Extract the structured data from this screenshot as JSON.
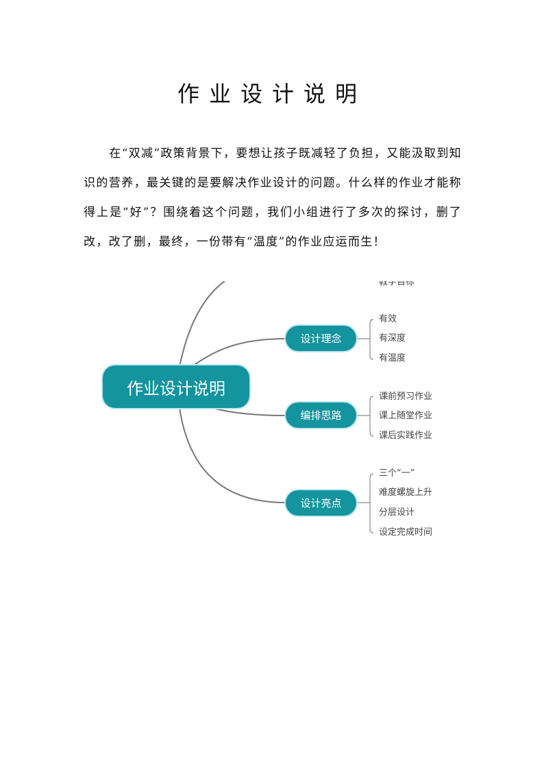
{
  "title": "作业设计说明",
  "paragraph": "在“双减”政策背景下，要想让孩子既减轻了负担，又能汲取到知识的营养，最关键的是要解决作业设计的问题。什么样的作业才能称得上是“好”？围绕着这个问题，我们小组进行了多次的探讨，删了改，改了删，最终，一份带有“温度”的作业应运而生！",
  "mindmap": {
    "center": "作业设计说明",
    "color": "#13949e",
    "clipped_top_leaf": "教学目标",
    "branches": [
      {
        "label": "设计理念",
        "leaves": [
          "有效",
          "有深度",
          "有温度"
        ]
      },
      {
        "label": "编排思路",
        "leaves": [
          "课前预习作业",
          "课上随堂作业",
          "课后实践作业"
        ]
      },
      {
        "label": "设计亮点",
        "leaves": [
          "三个“一”",
          "难度螺旋上升",
          "分层设计",
          "设定完成时间"
        ]
      }
    ]
  }
}
